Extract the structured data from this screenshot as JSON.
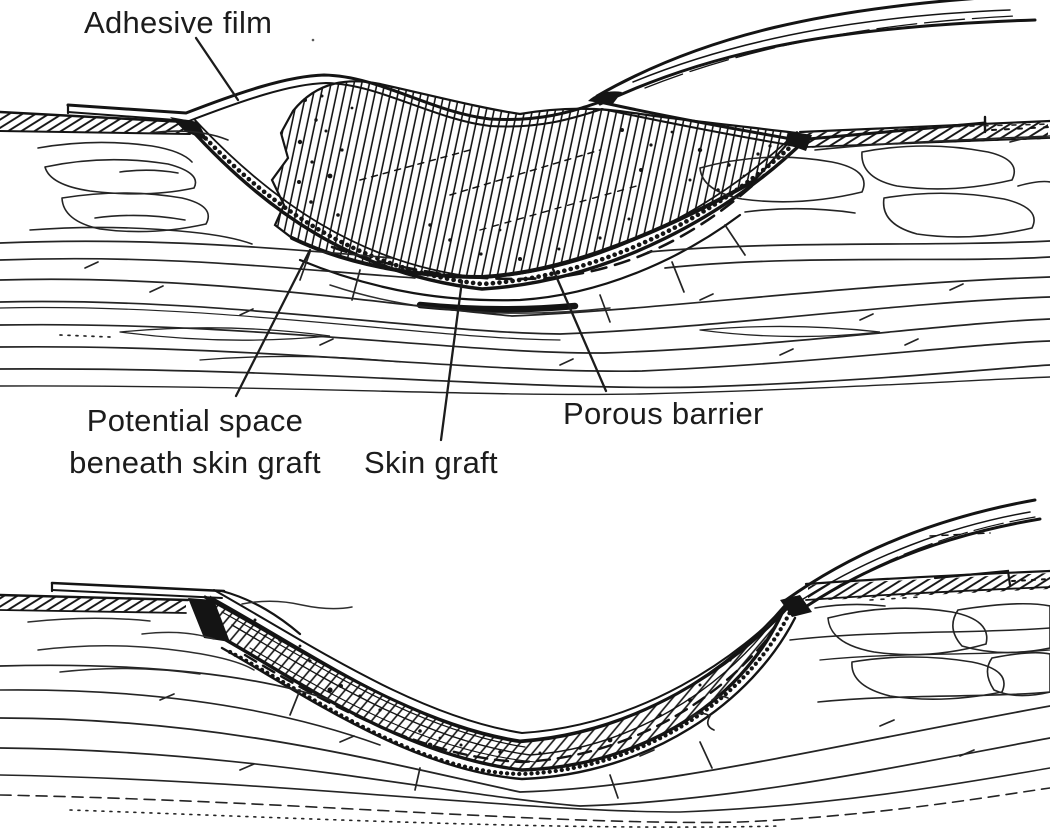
{
  "figure": {
    "background_color": "#ffffff",
    "ink_color": "#141414",
    "labels": {
      "adhesive_film": "Adhesive film",
      "potential_space_line1": "Potential space",
      "potential_space_line2": "beneath skin graft",
      "skin_graft": "Skin graft",
      "porous_barrier": "Porous barrier"
    }
  }
}
